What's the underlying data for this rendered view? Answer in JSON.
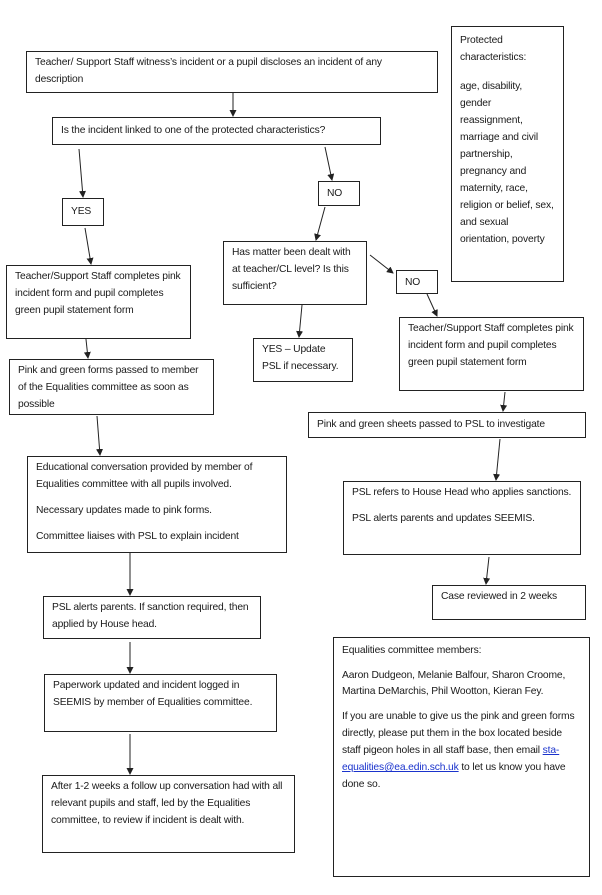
{
  "start": "Teacher/ Support Staff witness’s incident or a pupil discloses an incident of any description",
  "question": "Is the incident linked to one of the protected characteristics?",
  "yes_label": "YES",
  "no_label_1": "NO",
  "no_label_2": "NO",
  "dealt_question": "Has matter been dealt with at teacher/CL level? Is this sufficient?",
  "yes_update": "YES – Update PSL if necessary.",
  "left_forms": "Teacher/Support Staff completes pink incident form and pupil completes green pupil statement form",
  "right_forms": "Teacher/Support Staff completes pink incident form and pupil completes green pupil statement form",
  "left_passed": "Pink and green forms passed to member of the Equalities committee as soon as possible",
  "right_passed": "Pink and green sheets passed to PSL to investigate",
  "educational": {
    "p1": "Educational conversation provided by member of Equalities committee with all pupils involved.",
    "p2": "Necessary updates made to pink forms.",
    "p3": "Committee liaises with PSL to explain incident"
  },
  "psl_refers": {
    "p1": "PSL refers to House Head who applies sanctions.",
    "p2": "PSL alerts parents and updates SEEMIS."
  },
  "case_reviewed": "Case reviewed in 2 weeks",
  "psl_alerts": "PSL alerts parents. If sanction required, then applied by House head.",
  "paperwork": "Paperwork updated and incident logged in SEEMIS by member of Equalities committee.",
  "follow_up": "After 1-2 weeks a follow up conversation had with all relevant pupils and staff, led by the Equalities committee, to review if incident is dealt with.",
  "protected": {
    "title": "Protected characteristics:",
    "list": "age, disability, gender reassignment, marriage and civil partnership, pregnancy and maternity, race, religion or belief, sex, and sexual orientation, poverty"
  },
  "committee": {
    "title": "Equalities committee members:",
    "members": "Aaron Dudgeon, Melanie Balfour, Sharon Croome, Martina DeMarchis, Phil Wootton, Kieran Fey.",
    "instructions": "If you are unable to give us the pink and green forms directly, please put them in the box located beside staff pigeon holes in all staff base, then email",
    "email": "sta-equalities@ea.edin.sch.uk",
    "instructions_end": "to let us know you have done so."
  },
  "colors": {
    "link": "#1a33cc",
    "border": "#222222"
  }
}
